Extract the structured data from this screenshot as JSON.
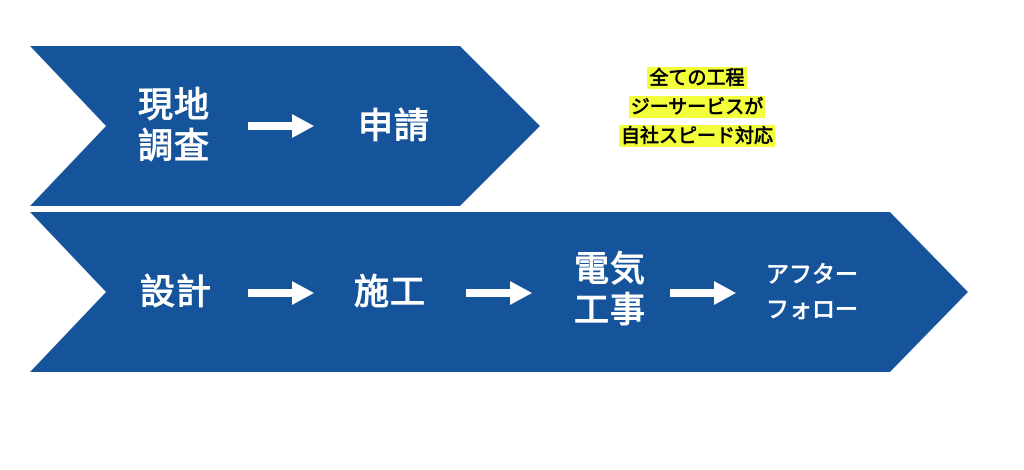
{
  "top_row": {
    "steps": [
      "現地\n調査",
      "申請"
    ]
  },
  "bottom_row": {
    "steps": [
      "設計",
      "施工",
      "電気\n工事",
      "アフター\nフォロー"
    ]
  },
  "note": {
    "lines": [
      "全ての工程",
      "ジーサービスが",
      "自社スピード対応"
    ]
  },
  "colors": {
    "band": "#15539a",
    "highlight": "#f4ff3c",
    "text": "#ffffff"
  }
}
